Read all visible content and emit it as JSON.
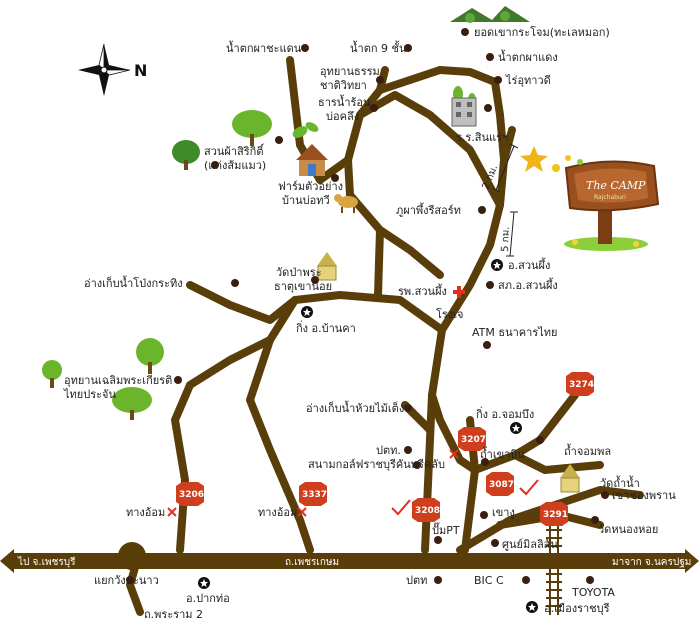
{
  "colors": {
    "road": "#5a3e0a",
    "highway": "#5a3e0a",
    "route_shield": "#cf3e1d",
    "text": "#222222",
    "tree": "#6bb52c",
    "camp_sign": "#9a4f1f",
    "red_mark": "#e03020"
  },
  "compass": {
    "north_label": "N",
    "icon": "compass-rose-icon"
  },
  "highway": {
    "left_label": "ไป จ.เพชรบุรี",
    "center_label": "ถ.เพชรเกษม",
    "right_label": "มาจาก จ.นครปฐม"
  },
  "route_shields": [
    "3274",
    "3207",
    "3087",
    "3208",
    "3291",
    "3206",
    "3337"
  ],
  "distance_labels": {
    "upper": "2 กม.",
    "lower": "5 กม."
  },
  "camp_sign": {
    "title": "The CAMP",
    "subtitle": "Rajchaburi"
  },
  "places": {
    "yod_khao": "ยอดเขากระโจม(ทะเลหมอก)",
    "nam_tok_phachanaen": "น้ำตกผาชะแดน",
    "nam_tok_9_chan": "น้ำตก 9 ชั้น",
    "nam_tok_phadaeng": "น้ำตกผาแดง",
    "utthayan_line1": "อุทยานธรรม",
    "utthayan_line2": "ชาติวิทยา",
    "rai_uthaiwadi": "ไร่อุทาวดี",
    "hot_spring_line1": "ธารน้ำร้อน",
    "hot_spring_line2": "บ่อคลึง",
    "school": "ร.ร.สินแร่ฯ",
    "suan_phon_line1": "สวนผ้าสิริกิติ์",
    "suan_phon_line2": "(แก่งส้มแมว)",
    "farm_line1": "ฟาร์มตัวอย่าง",
    "farm_line2": "บ้านบ่อทวี",
    "resort": "ภูผาพึ้งรีสอร์ท",
    "amphoe_suanphueng": "อ.สวนผึ้ง",
    "police_suanphueng": "สภ.อ.สวนผึ้ง",
    "wat_line1": "วัดป่าพระ",
    "wat_line2": "ธาตุเขาน้อย",
    "reservoir_pongkrathing": "อ่างเก็บน้ำโป่งกระทิง",
    "hospital": "รพ.สวนผึ้ง",
    "king_banka": "กิ่ง อ.บ้านคา",
    "rongjae": "โรงเจ",
    "atm": "ATM ธนาคารไทย",
    "national_park_line1": "อุทยานเฉลิมพระเกียรติ",
    "national_park_line2": "ไทยประจัน",
    "reservoir_huaymaitaeng": "อ่างเก็บน้ำห้วยไม้เต็ง",
    "king_chombueng": "กิ่ง อ.จอมบึง",
    "tham_chomphon": "ถ้ำจอมพล",
    "pattor_upper": "ปตท.",
    "tham_khao_bin": "ถ้ำเขาบิน",
    "golf": "สนามกอล์ฟราชบุรีคันทรีคลับ",
    "wat_tham_nam": "วัดถ้ำน้ำ",
    "khao_chong_pran": "เขาช่องพราน",
    "thang_on_left": "ทางอ้อม",
    "thang_on_mid": "ทางอ้อม",
    "pump_pt": "ปั๊มPT",
    "khao_ngu": "เขางู",
    "wat_nong_hoi": "วัดหนองหอย",
    "rama_junction": "แยกวังมะนาว",
    "pattor_lower": "ปตท",
    "bic_c": "BIC C",
    "toyota": "TOYOTA",
    "amphoe_paktho": "อ.ปากท่อ",
    "amphoe_muang": "อ.เมืองราชบุรี",
    "rama2": "ถ.พระราม 2",
    "bankong": "ศูนย์มิลลิสัน"
  }
}
